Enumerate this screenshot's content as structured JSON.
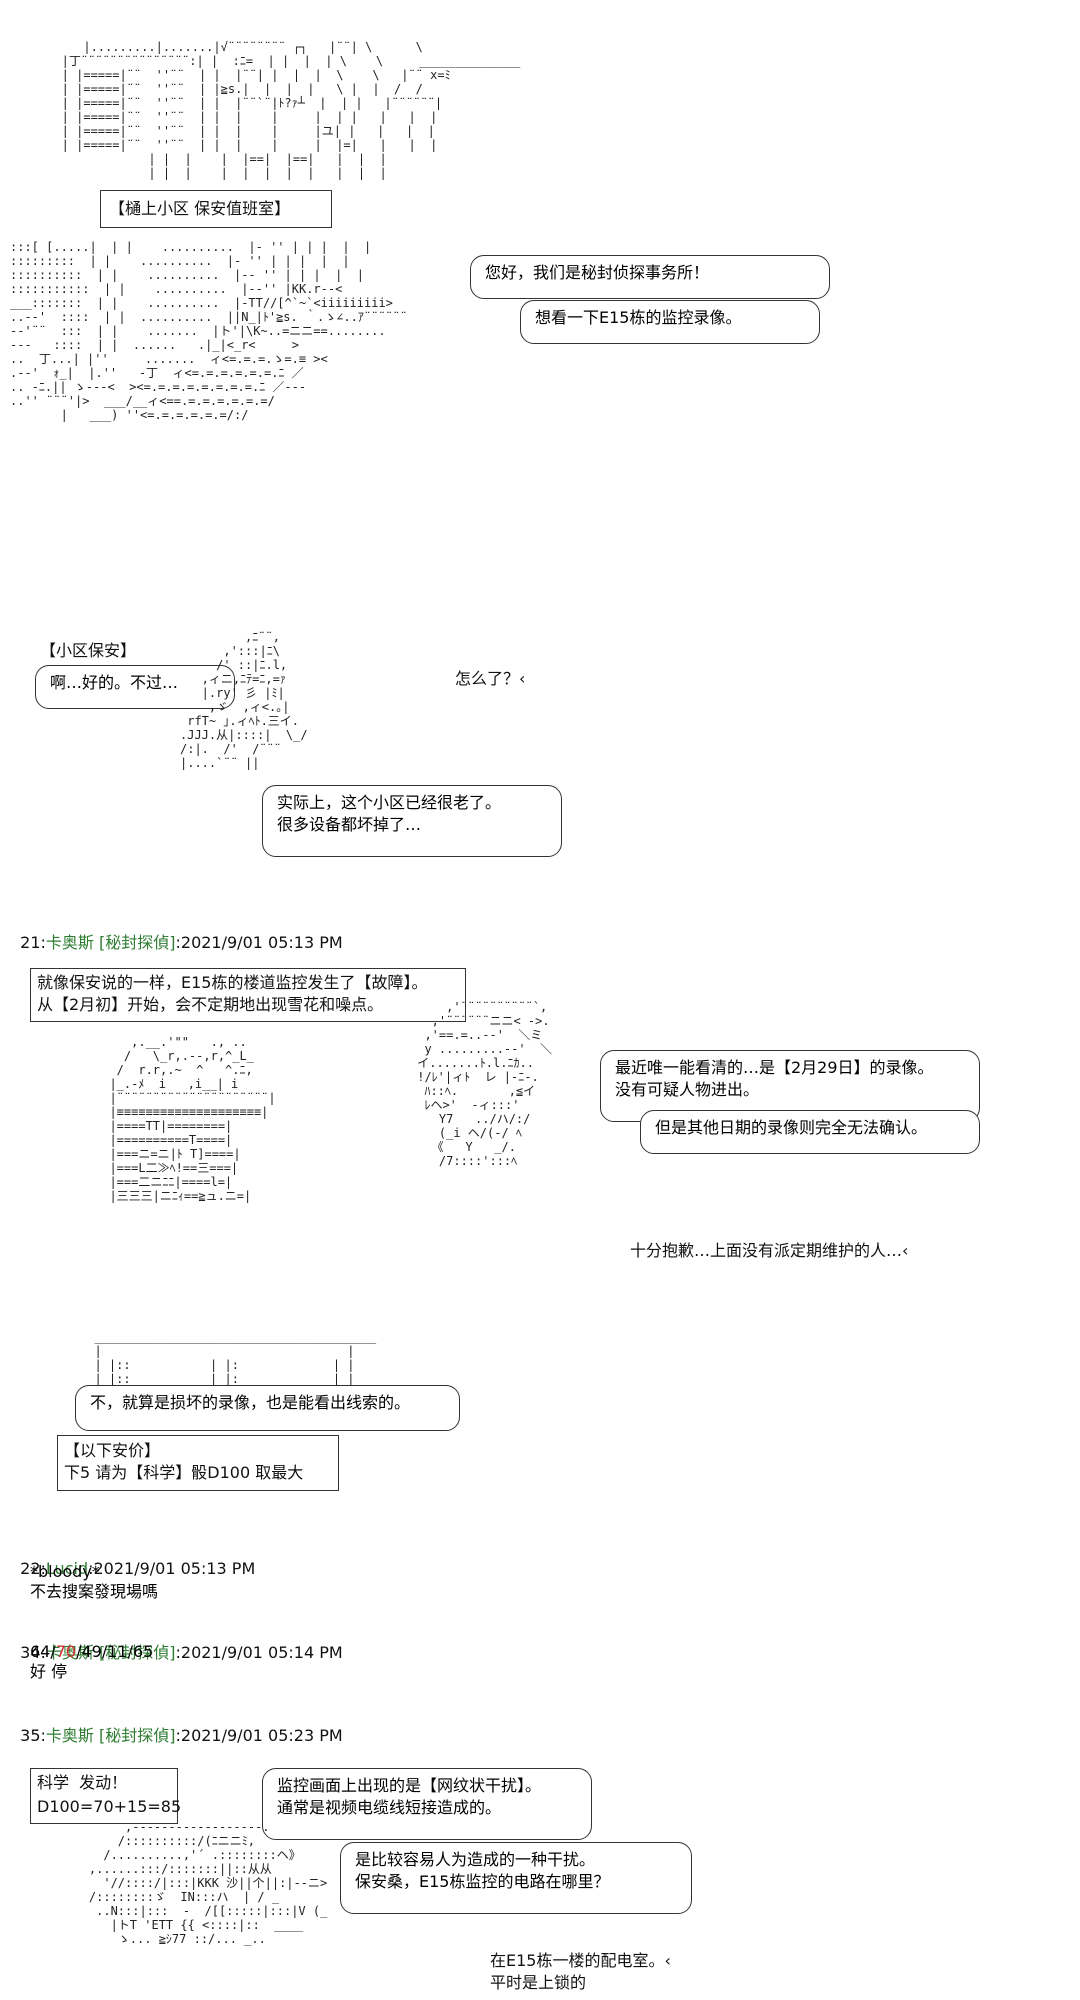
{
  "scene1": {
    "location_label": "【樋上小区 保安值班室】",
    "bubble1": "您好，我们是秘封侦探事务所！",
    "bubble2": "想看一下E15栋的监控录像。"
  },
  "scene2": {
    "speaker_label": "【小区保安】",
    "bubble1": "啊…好的。不过…",
    "side_text": "怎么了？‹",
    "bubble2_lines": [
      "实际上，这个小区已经很老了。",
      "很多设备都坏掉了…"
    ]
  },
  "posts": [
    {
      "num": "21:",
      "name": "卡奥斯 [秘封探偵]",
      "date": ":2021/9/01 05:13 PM"
    },
    {
      "num": "22:",
      "name": "Lucid",
      "date": ":2021/9/01 05:13 PM",
      "lines": [
        "*bloody*",
        "不去搜案發現場嗎"
      ]
    },
    {
      "num": "34:",
      "name": "卡奥斯 [秘封探偵]",
      "date": ":2021/9/01 05:14 PM",
      "roll_prefix": "64/",
      "roll_highlight": "70",
      "roll_suffix": "/49/11/65",
      "lines2": "好 停"
    },
    {
      "num": "35:",
      "name": "卡奥斯 [秘封探偵]",
      "date": ":2021/9/01 05:23 PM"
    }
  ],
  "scene3": {
    "narration_lines": [
      "就像保安说的一样，E15栋的楼道监控发生了【故障】。",
      "从【2月初】开始，会不定期地出现雪花和噪点。"
    ],
    "bubble1_lines": [
      "最近唯一能看清的…是【2月29日】的录像。",
      "没有可疑人物进出。"
    ],
    "bubble2": "但是其他日期的录像则完全无法确认。",
    "side_text": "十分抱歉…上面没有派定期维护的人…‹",
    "bubble3": "不，就算是损坏的录像，也是能看出线索的。",
    "anchor_lines": [
      "【以下安价】",
      "下5 请为【科学】骰D100 取最大"
    ]
  },
  "scene4": {
    "result_lines": [
      "科学  发动！",
      "D100=70+15=85"
    ],
    "bubble1_lines": [
      "监控画面上出现的是【网纹状干扰】。",
      "通常是视频电缆线短接造成的。"
    ],
    "bubble2_lines": [
      "是比较容易人为造成的一种干扰。",
      "保安桑，E15栋监控的电路在哪里？"
    ],
    "side_lines": [
      "在E15栋一楼的配电室。‹",
      "平时是上锁的"
    ]
  },
  "aa_art": {
    "building": "      |.........|.......|√¨¨¨¨¨¨¨¨ ┌┐   |¨¨| \\      \\\n   |丁¨¨¨¨¨¨¨¨¨¨¨¨¨¨¨:| |  :ﾆ=  | |  |  | \\    \\     ______________\n   | |=====|¨¨  ''¨¨  | |  |¨¨| |  |  |  \\    \\   |¨¨ x=ﾐ\n   | |=====|¨¨  ''¨¨  | |≧s.|  |  |  |   \\ |  |  /  /\n   | |=====|¨¨  ''¨¨  | |  |¨¨`¨|ﾄ?ｧ┴  |  | |   |¨¨¨¨¨¨|\n   | |=====|¨¨  ''¨¨  | |  |    |     |  | |   |   |  |\n   | |=====|¨¨  ''¨¨  | |  |    |     |ユ| |   |   |  |\n   | |=====|¨¨  ''¨¨  | |  |    |     |  |=|   |   |  |\n               | |  |    |  |==|  |==|   |  |  |\n               | |  |    |  |  |  |  |   |  |  |",
    "street": ":::[ [.....|  | |    ..........  |- '' | | |  |  |\n:::::::::  | |    ..........  |- '' | | |  |  |\n::::::::::  | |    ..........  |-- '' | | |  |  |\n:::::::::::  | |    ..........  |--'' |KK.r--<\n___:::::::  | |    ..........  |-TT//[^`~`<iiiiiiiii>\n..--'  ::::  | |  ..........  ||N_|ﾄ'≧s. ｀.ゝ∠..ｱ¨¨¨¨¨¨\n--'¨¨  :::  | |    .......  |ト'|\\K~..=ニニ==........\n---   ::::  | |  ......   .|_|<_r<     >\n..  丁...| |''     .......  ィ<=.=.=.ゝ=.≡ ><\n.--'  ｫ_|  |.''   -丁  ィ<=.=.=.=.=.=.ﾆ ／\n.. -ﾆ.|| ゝ---<  ><=.=.=.=.=.=.=.=.ﾆ ／---\n..'' ¨¨¨'|>  ___/__ィ<==.=.=.=.=.=.=/\n       |   ___) ''<=.=.=.=.=.=/:/",
    "guard": "         ,ﾆ¨¨,\n      ,':::|ﾆ\\\n     /' ::|ﾆ.l,\n   ,ィニ,ﾆﾃ=ﾆ,=ｧ\n   |.ry' 彡 |ﾐ|\n    ,ゞ  ,ィ<.｡|\n rfT~ ｣.ィﾍﾄ.三イ.\n.JJJ.从|::::|  \\_/\n/:|.  /'  /¨¨¨\n|....`¨¨ ||",
    "detective_left": "     ,.__.'\"\"   ., ..\n    /   \\_r,.--,r,^_L_\n   /  r.r,.~  ^   ^.ﾆ,\n  |_.-ﾒ  i   ,i__| i\n  |¨¨¨¨¨¨¨¨¨¨¨¨¨¨¨¨¨¨¨¨¨|\n  |≡≡≡≡≡≡≡≡≡≡≡≡≡≡≡≡≡≡≡≡|\n  |====TT|========|\n  |==========T====|\n  |===ニ=ニ|ﾄ T]====|\n  |===L二≫ﾍ!==三===|\n  |===二ニﾆﾆ|====l=|\n  |三三三|ニﾆｨ==≧ュ.ニ=|",
    "detective_right": "     ,'¨¨¨¨¨¨¨¨¨¨`,\n   ,'¨¨¨¨¨¨ニニ< ->.\n  ,'==.=..--'  ＼ミ\n  y .........--'  ＼\n イ.......ﾄ.l.ﾆｶ..\n !/ﾚ'|ィﾄ  レ |-ﾆ-.\n  ﾊ::ﾍ.       ,≦イ\n  ﾚヘ>'  -ィ:::'\n    Y7   ../ハ/:/\n    (_i ヘ/(-/ ﾍ\n   《   Y   _/.\n    /7::::':::ﾍ\n",
    "cabinet": "  _______________________________________\n  |                                  |\n  | |::           | |:             | |\n  | |::           | |:             | |\n  | |::           | |:             | |",
    "scene4_figure": "         ,------------------.\n        /::::::::::/(ﾆニニﾐ,\n      /..........,'´ .::::::::ヘ》\n    ,......:::/:::::::||::从从\n      '//::::/|:::|KKK 沙||个||:|--ニ>\n    /::::::::ゞ  IN:::ハ  | / _\n     ..N:::|:::  -  /[[:::::|:::|V (_\n       |トT 'ETT {{ <::::|::  ____\n        ゝ... ≧ｼ77 ::/... _.."
  }
}
